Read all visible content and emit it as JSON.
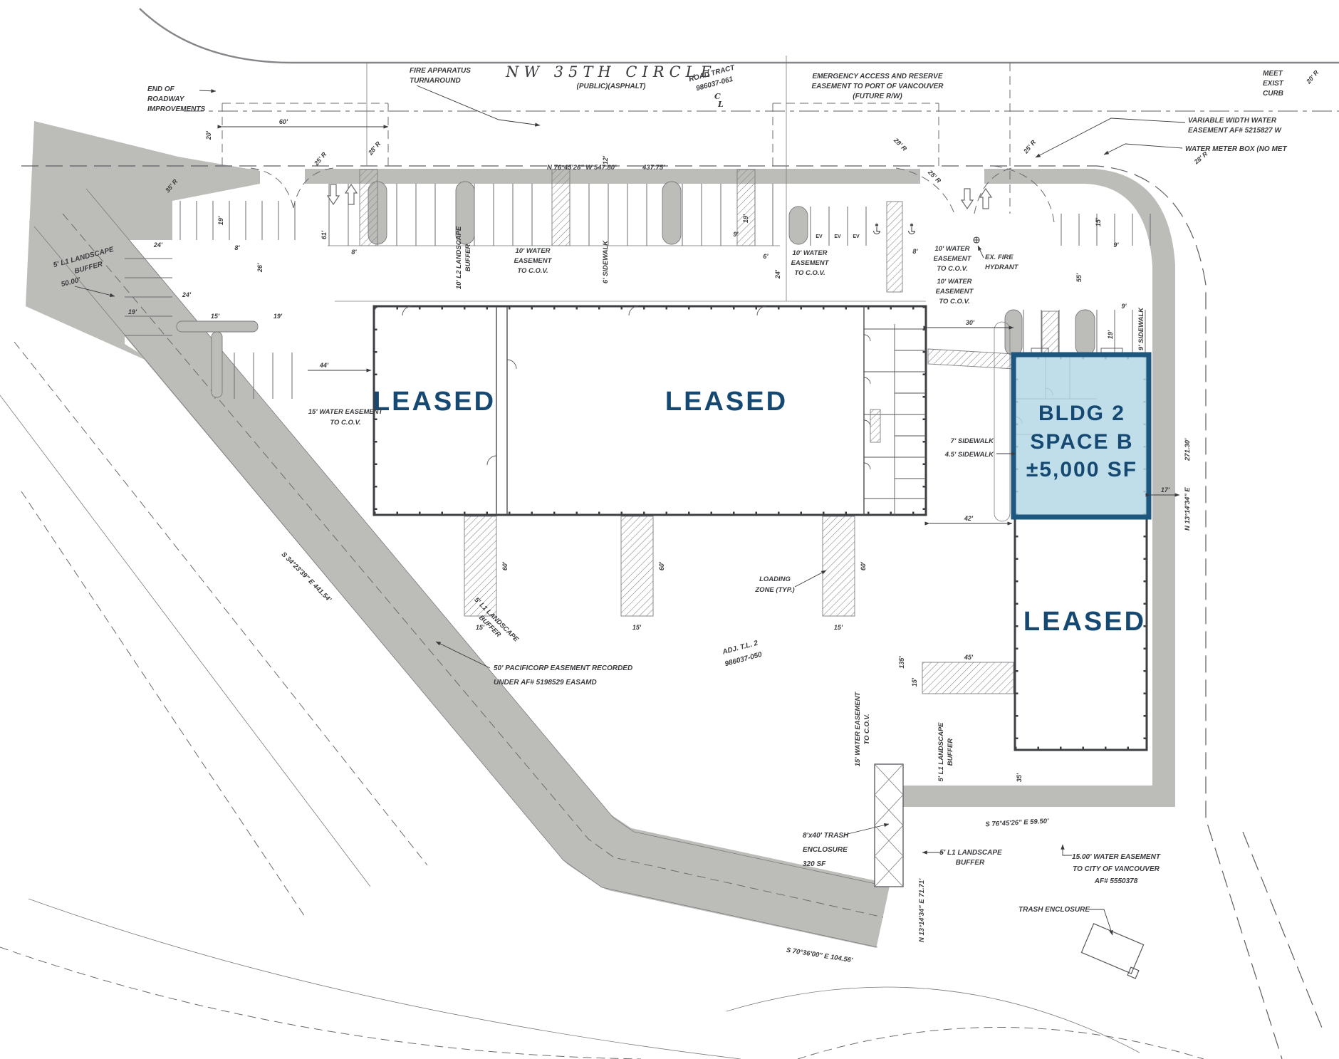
{
  "colors": {
    "highlight_fill": "#b5d8e5",
    "highlight_border": "#1d567f",
    "navy_text": "#154972",
    "gray_fill": "#bcbdb8",
    "linework": "#3a3b3e"
  },
  "road": {
    "name": "NW  35TH  CIRCLE",
    "type": "(PUBLIC)(ASPHALT)",
    "tract1": "ROAD TRACT",
    "tract2": "986037-061",
    "cl_c": "C",
    "cl_l": "L",
    "bearing_top": "N 76°45'26\" W  547.80'",
    "bearing_top2": "437.75'"
  },
  "notes": {
    "end1": "END OF",
    "end2": "ROADWAY",
    "end3": "IMPROVEMENTS",
    "fire1": "FIRE APPARATUS",
    "fire2": "TURNAROUND",
    "emer1": "EMERGENCY ACCESS AND RESERVE",
    "emer2": "EASEMENT TO PORT OF VANCOUVER",
    "emer3": "(FUTURE R/W)",
    "meet1": "MEET",
    "meet2": "EXIST",
    "meet3": "CURB",
    "varw1": "VARIABLE WIDTH WATER",
    "varw2": "EASEMENT AF# 5215827 W",
    "wmeter": "WATER METER BOX (NO MET",
    "lsb_a": "5' L1 LANDSCAPE",
    "buffer": "BUFFER",
    "fifty": "50.00'",
    "s34": "S 34°23'39\" E   441.54'",
    "pac1": "50' PACIFICORP EASEMENT RECORDED",
    "pac2": "UNDER AF# 5198529 EASAMD",
    "adj1": "ADJ. T.L. 2",
    "adj2": "986037-050",
    "load1": "LOADING",
    "load2": "ZONE (TYP.)",
    "we15": "15' WATER EASEMENT",
    "cov": "TO C.O.V.",
    "l2buf": "10' L2 LANDSCAPE",
    "we10a": "10' WATER",
    "we10b": "EASEMENT",
    "exfh1": "EX. FIRE",
    "exfh2": "HYDRANT",
    "sw6": "6' SIDEWALK",
    "sw9": "9' SIDEWALK",
    "sw7": "7' SIDEWALK",
    "sw45": "4.5' SIDEWALK",
    "n13a": "N 13°14'34\" E",
    "n13dist": "271.30'",
    "s76": "S 76°45'26\" E  59.50'",
    "n13b": "N 13°14'34\" E   71.71'",
    "s70": "S 70°36'00\" E  104.56'",
    "we1500_1": "15.00' WATER EASEMENT",
    "we1500_2": "TO CITY OF VANCOUVER",
    "we1500_3": "AF# 5550378",
    "trash1": "8'x40' TRASH",
    "trash2": "ENCLOSURE",
    "trash3": "320 SF",
    "trash_b": "TRASH ENCLOSURE"
  },
  "spaces": {
    "leased": "LEASED",
    "b2l1": "BLDG 2",
    "b2l2": "SPACE B",
    "b2l3": "±5,000 SF"
  },
  "dims": {
    "d60": "60'",
    "d61": "61'",
    "d44": "44'",
    "d42": "42'",
    "d45": "45'",
    "d30": "30'",
    "d26": "26'",
    "d24": "24'",
    "d20": "20'",
    "d19": "19'",
    "d17": "17'",
    "d15": "15'",
    "d135": "135'",
    "d12": "12'",
    "d9": "9'",
    "d8": "8'",
    "d6": "6'",
    "d55": "55'",
    "d35": "35'",
    "ev": "EV",
    "r35": "35' R",
    "r28": "28' R",
    "r25": "25' R",
    "r20": "20' R"
  }
}
